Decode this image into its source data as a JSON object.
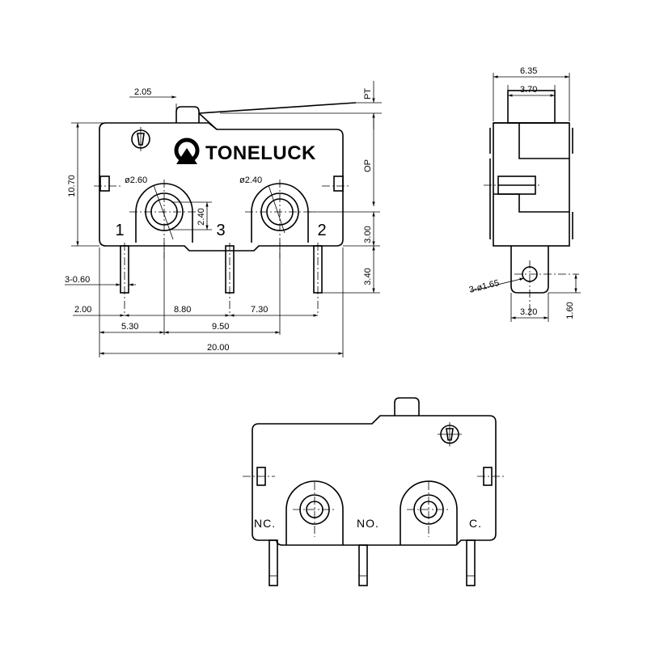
{
  "brand": "TONELUCK",
  "front_view": {
    "dimensions": {
      "lever_offset": "2.05",
      "pt": "PT",
      "op": "OP",
      "height": "10.70",
      "hole_left_dia": "ø2.60",
      "hole_right_dia": "ø2.40",
      "hole_spacing_v": "2.40",
      "hole_to_base": "3.00",
      "pin_length": "3.40",
      "pin_width": "3-0.60",
      "pin_left_offset": "2.00",
      "pin_1_3": "8.80",
      "pin_3_2": "7.30",
      "hole_left_x": "5.30",
      "hole_spacing": "9.50",
      "total_width": "20.00"
    },
    "terminals": [
      "1",
      "3",
      "2"
    ]
  },
  "side_view": {
    "dimensions": {
      "width": "6.35",
      "actuator_width": "3.70",
      "pin_hole": "3-ø1.65",
      "pin_spacing": "3.20",
      "pin_offset": "1.60"
    }
  },
  "bottom_view": {
    "terminal_labels": [
      "NC.",
      "NO.",
      "C."
    ]
  }
}
